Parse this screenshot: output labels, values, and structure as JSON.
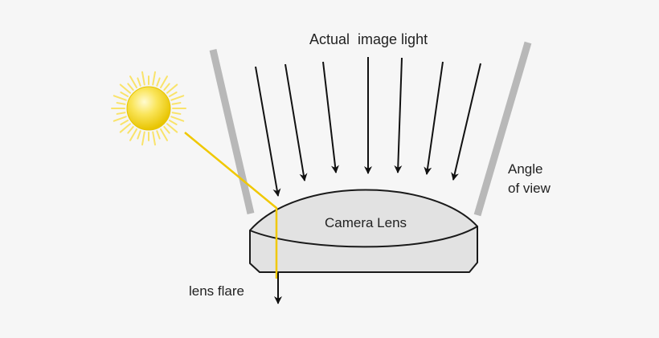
{
  "labels": {
    "actual_light": "Actual  image light",
    "angle_line1": "Angle",
    "angle_line2": "of view",
    "lens": "Camera Lens",
    "flare": "lens flare"
  },
  "colors": {
    "background": "#f6f6f6",
    "lens_fill": "#e2e2e2",
    "outline": "#1a1a1a",
    "angle_bars": "#b8b8b8",
    "flare_ray": "#f0c800",
    "sun_core": "#f7dc2a",
    "sun_rays": "#f9e36a"
  },
  "icons": {
    "sun": "sun-icon"
  }
}
